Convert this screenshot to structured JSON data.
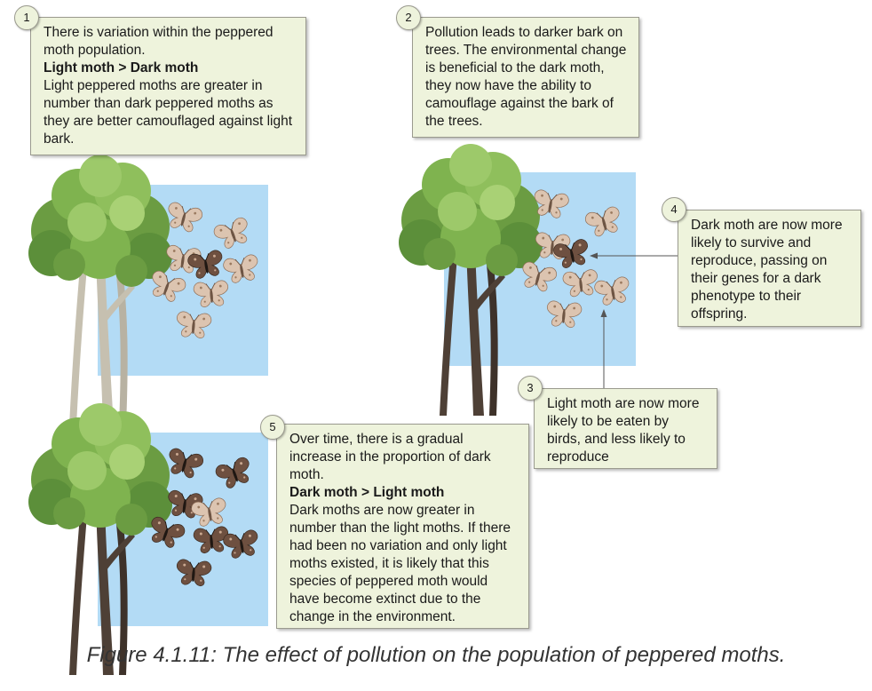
{
  "steps": [
    {
      "number": "1",
      "lines": [
        "There is variation within the peppered moth population."
      ],
      "heading": "Light moth > Dark moth",
      "body": "Light peppered moths are greater in number than dark peppered moths as they are better camouflaged against light bark."
    },
    {
      "number": "2",
      "lines": [
        "Pollution leads to darker bark on trees. The environmental change is beneficial to the dark moth, they now have the ability to camouflage against the bark of the trees."
      ]
    },
    {
      "number": "3",
      "lines": [
        "Light moth are now more likely to be eaten by birds, and less likely to reproduce"
      ]
    },
    {
      "number": "4",
      "lines": [
        "Dark moth are now more likely to survive and reproduce, passing on their genes for a dark phenotype to their offspring."
      ]
    },
    {
      "number": "5",
      "lines": [
        "Over time, there is a gradual increase in the proportion of dark moth."
      ],
      "heading": "Dark moth > Light moth",
      "body": "Dark moths are now greater in number than the light moths. If there had been no variation and only light moths existed, it is likely that this species of peppered moth would have become extinct due to the change in the environment."
    }
  ],
  "caption": "Figure 4.1.11: The effect of pollution on the population of peppered moths.",
  "colors": {
    "sky": "#b3dbf5",
    "box_fill": "#eef3dc",
    "box_border": "#9a9a8e",
    "light_bark": "#c6c0b0",
    "dark_bark": "#4e4036",
    "foliage_light": "#8fbf5c",
    "foliage_dark": "#5c8f3a",
    "light_moth": "#dcc4b0",
    "dark_moth": "#6e5040"
  }
}
